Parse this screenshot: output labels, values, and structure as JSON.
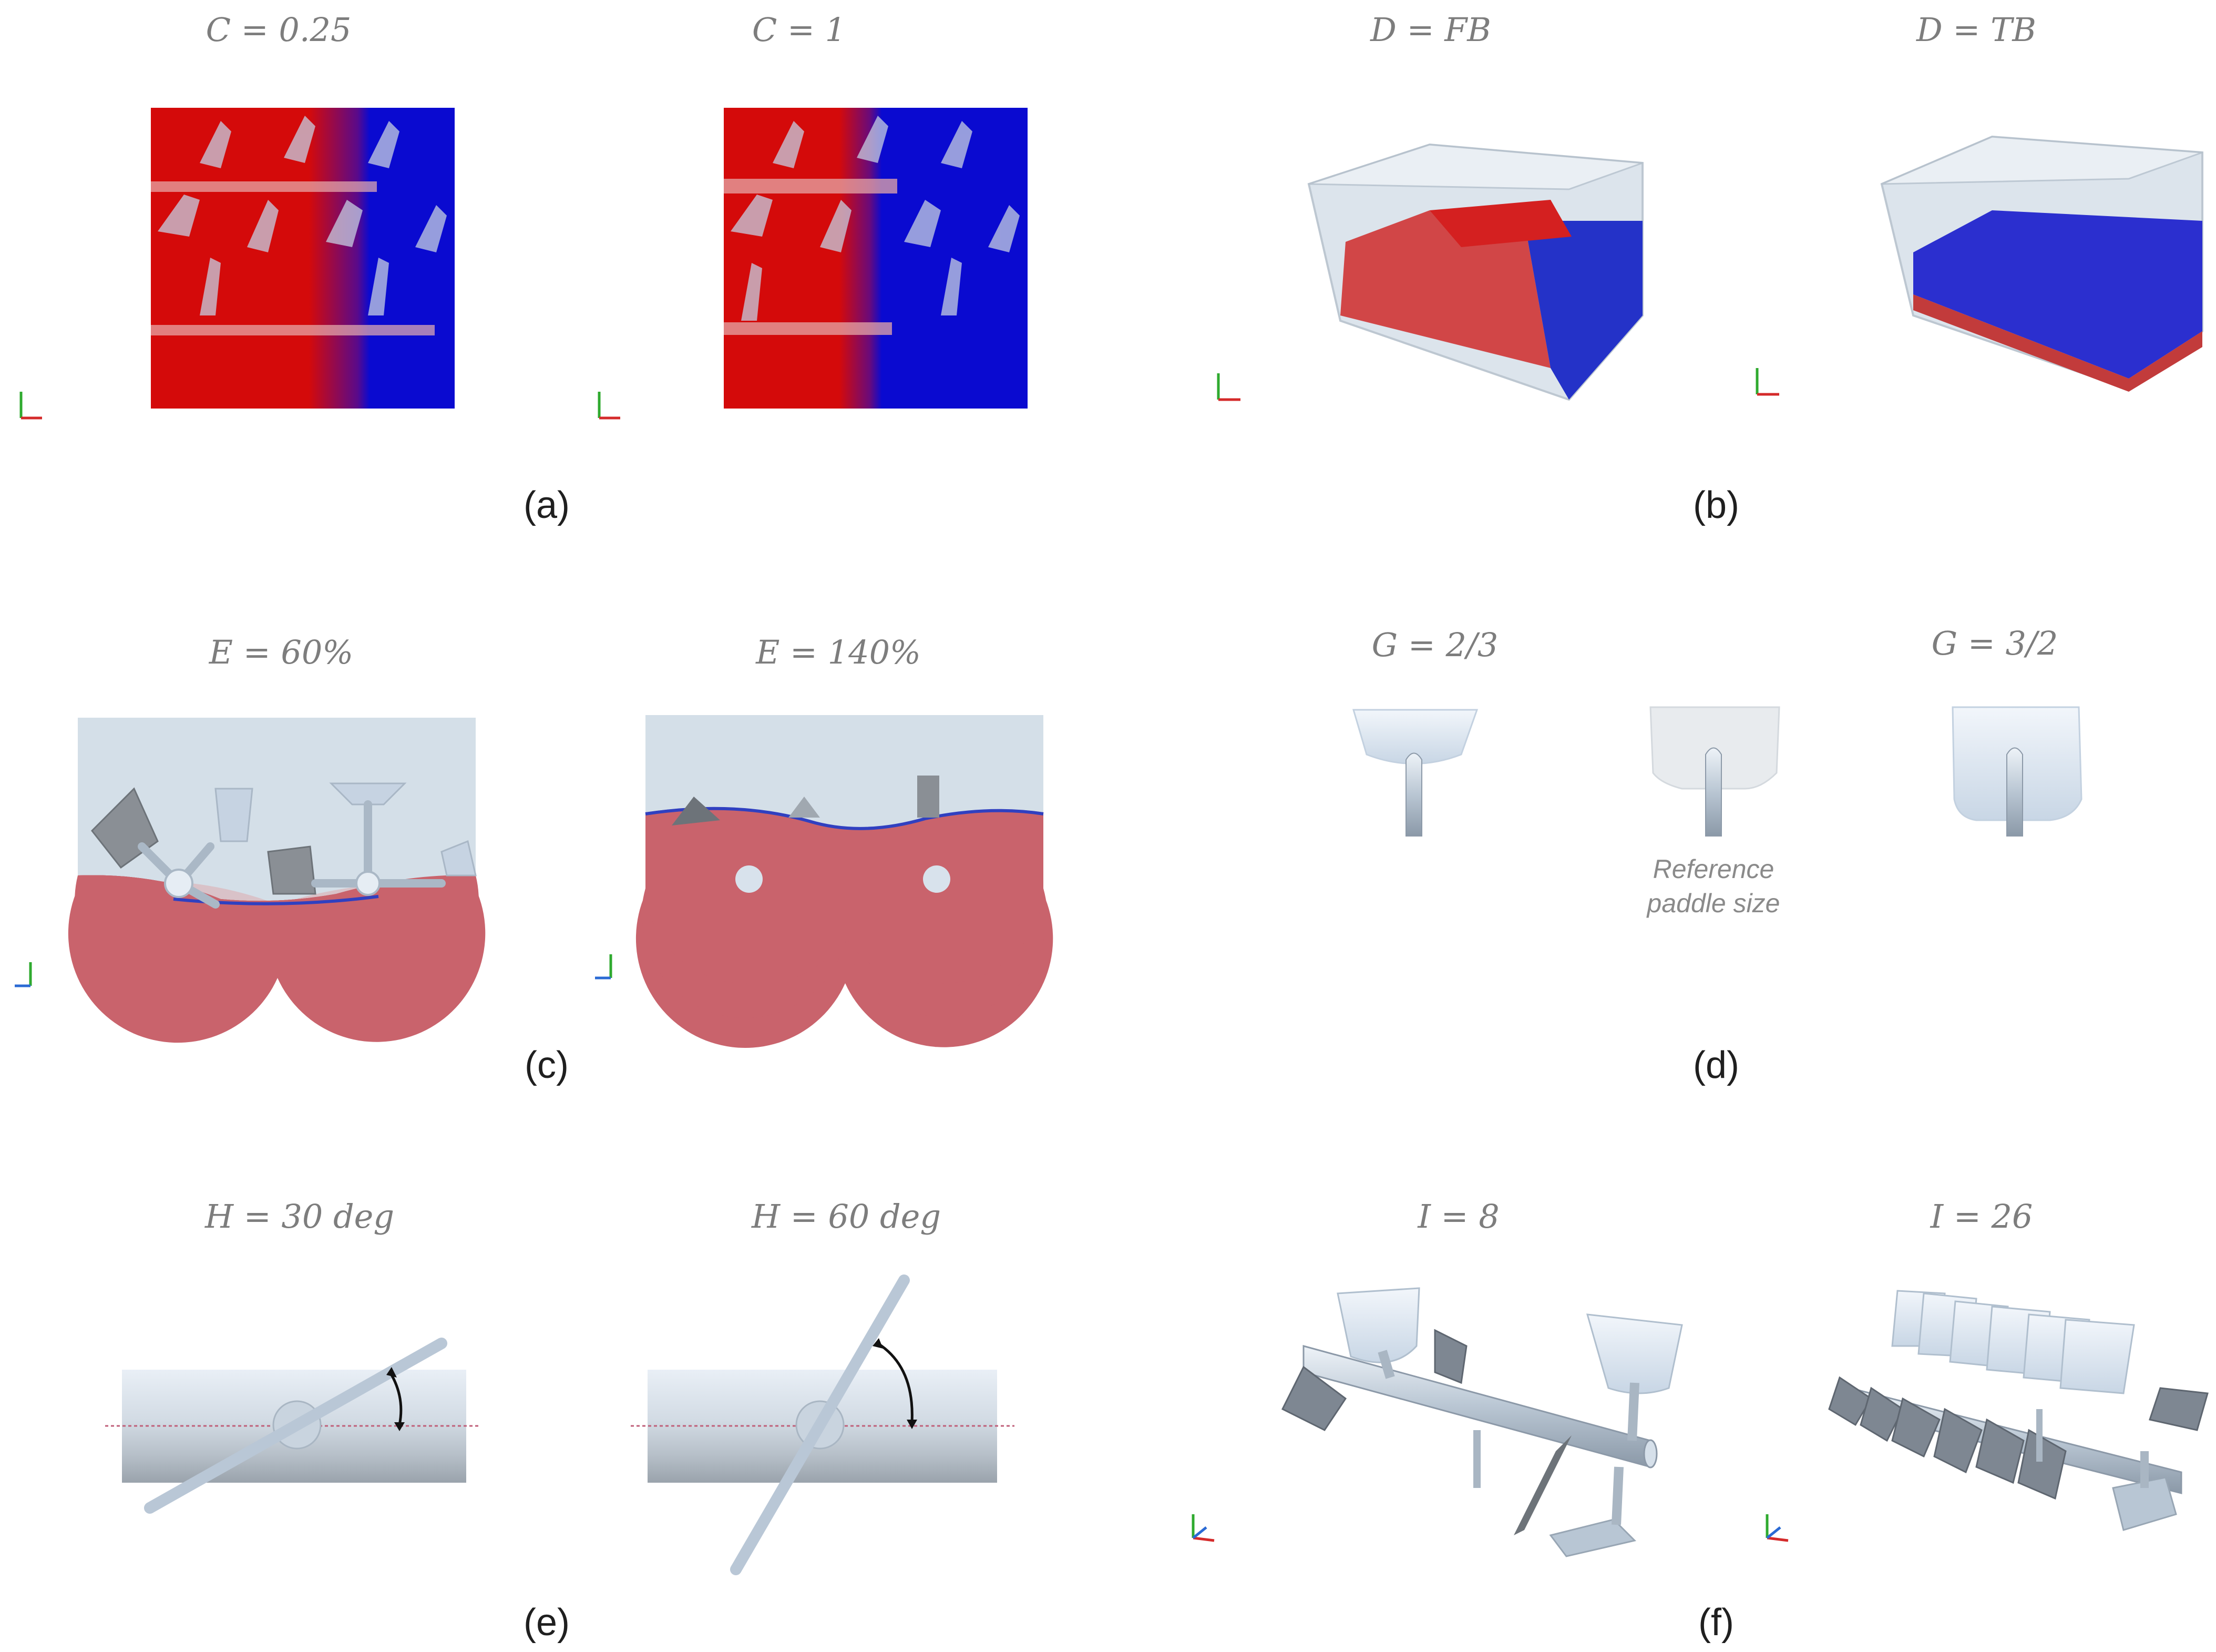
{
  "panels": {
    "a": {
      "caption": "(a)",
      "left_title": "C = 0.25",
      "right_title": "C = 1"
    },
    "b": {
      "caption": "(b)",
      "left_title": "D = FB",
      "right_title": "D = TB"
    },
    "c": {
      "caption": "(c)",
      "left_title": "E = 60%",
      "right_title": "E = 140%"
    },
    "d": {
      "caption": "(d)",
      "left_title": "G = 2/3",
      "right_title": "G = 3/2",
      "reference_line1": "Reference",
      "reference_line2": "paddle size"
    },
    "e": {
      "caption": "(e)",
      "left_title": "H = 30 deg",
      "right_title": "H = 60 deg"
    },
    "f": {
      "caption": "(f)",
      "left_title": "I = 8",
      "right_title": "I = 26"
    }
  },
  "colors": {
    "particle_red": "#d40a0a",
    "particle_blue": "#0a0ad0",
    "fill_red": "#c9636c",
    "paddle": "#c9d7e6",
    "container": "#d5e0ea"
  }
}
